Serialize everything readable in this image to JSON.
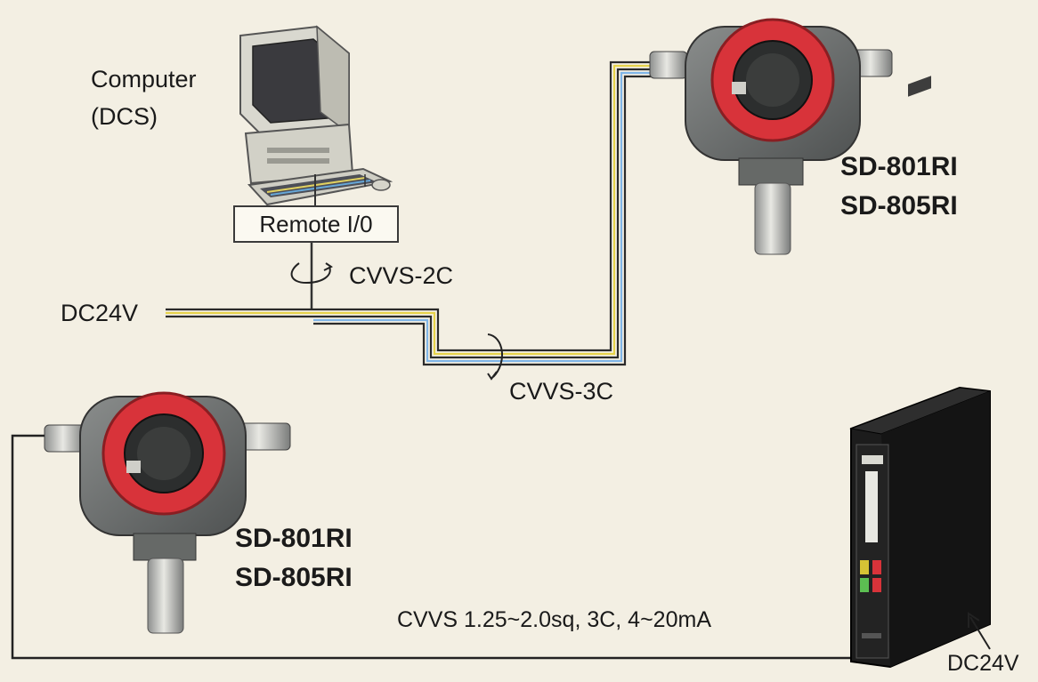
{
  "computer": {
    "line1": "Computer",
    "line2": "(DCS)"
  },
  "remote_io": {
    "label": "Remote I/0"
  },
  "cables": {
    "cvvs_2c": "CVVS-2C",
    "cvvs_3c": "CVVS-3C",
    "bottom_run": "CVVS 1.25~2.0sq, 3C, 4~20mA"
  },
  "power": {
    "left": "DC24V",
    "right": "DC24V"
  },
  "detector_top": {
    "model1": "SD-801RI",
    "model2": "SD-805RI"
  },
  "detector_bottom": {
    "model1": "SD-801RI",
    "model2": "SD-805RI"
  },
  "colors": {
    "background": "#f3efe3",
    "ring_red": "#d8333a",
    "housing": "#6b6e6e",
    "wire_yellow": "#e6d24a",
    "wire_blue": "#7fb5e8",
    "controller": "#1c1c1c"
  }
}
